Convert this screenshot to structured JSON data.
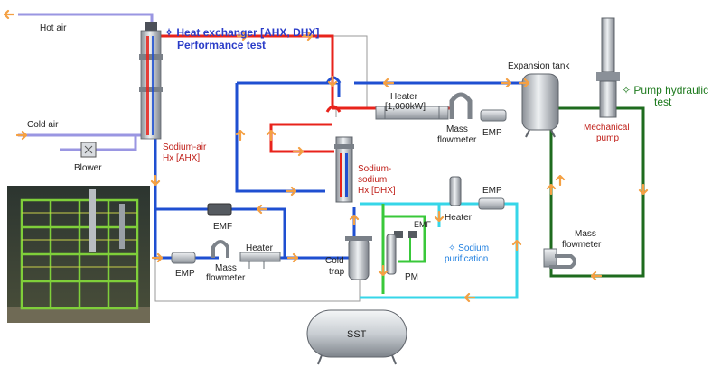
{
  "labels": {
    "hot_air": "Hot air",
    "cold_air": "Cold air",
    "blower": "Blower",
    "hx_title": "✧ Heat exchanger [AHX, DHX]",
    "hx_subtitle": "Performance test",
    "sodium_air_hx_1": "Sodium-air",
    "sodium_air_hx_2": "Hx [AHX]",
    "heater_1000_1": "Heater",
    "heater_1000_2": "[1,000kW]",
    "mass_flowmeter_top_1": "Mass",
    "mass_flowmeter_top_2": "flowmeter",
    "emp_top": "EMP",
    "expansion_tank": "Expansion tank",
    "pump_test_1": "✧ Pump hydraulic",
    "pump_test_2": "test",
    "mechanical_pump_1": "Mechanical",
    "mechanical_pump_2": "pump",
    "sodium_sodium_hx_1": "Sodium-",
    "sodium_sodium_hx_2": "sodium",
    "sodium_sodium_hx_3": "Hx [DHX]",
    "emp_purif": "EMP",
    "heater_purif": "Heater",
    "emf_purif": "EMF",
    "emf_main": "EMF",
    "sodium_purification_1": "✧ Sodium",
    "sodium_purification_2": "purification",
    "mass_flowmeter_right_1": "Mass",
    "mass_flowmeter_right_2": "flowmeter",
    "emp_bottom": "EMP",
    "mass_flowmeter_bottom_1": "Mass",
    "mass_flowmeter_bottom_2": "flowmeter",
    "heater_bottom": "Heater",
    "cold_trap_1": "Cold",
    "cold_trap_2": "trap",
    "pm": "PM",
    "sst": "SST"
  },
  "colors": {
    "hot_line": "#e8231b",
    "cold_line": "#1f4fd1",
    "pump_loop": "#1e6b1e",
    "purification_loop": "#36d6e8",
    "purif_green": "#39c83a",
    "air_line": "#9a96e2",
    "arrow": "#f4a043",
    "title_blue": "#2a3cc8",
    "title_green": "#1e7a1e",
    "label_red": "#c0201a",
    "label_light_blue": "#1f7fe0"
  },
  "icons": {
    "arrow": "orange-flow-arrow",
    "photo": "test-facility-photo"
  }
}
